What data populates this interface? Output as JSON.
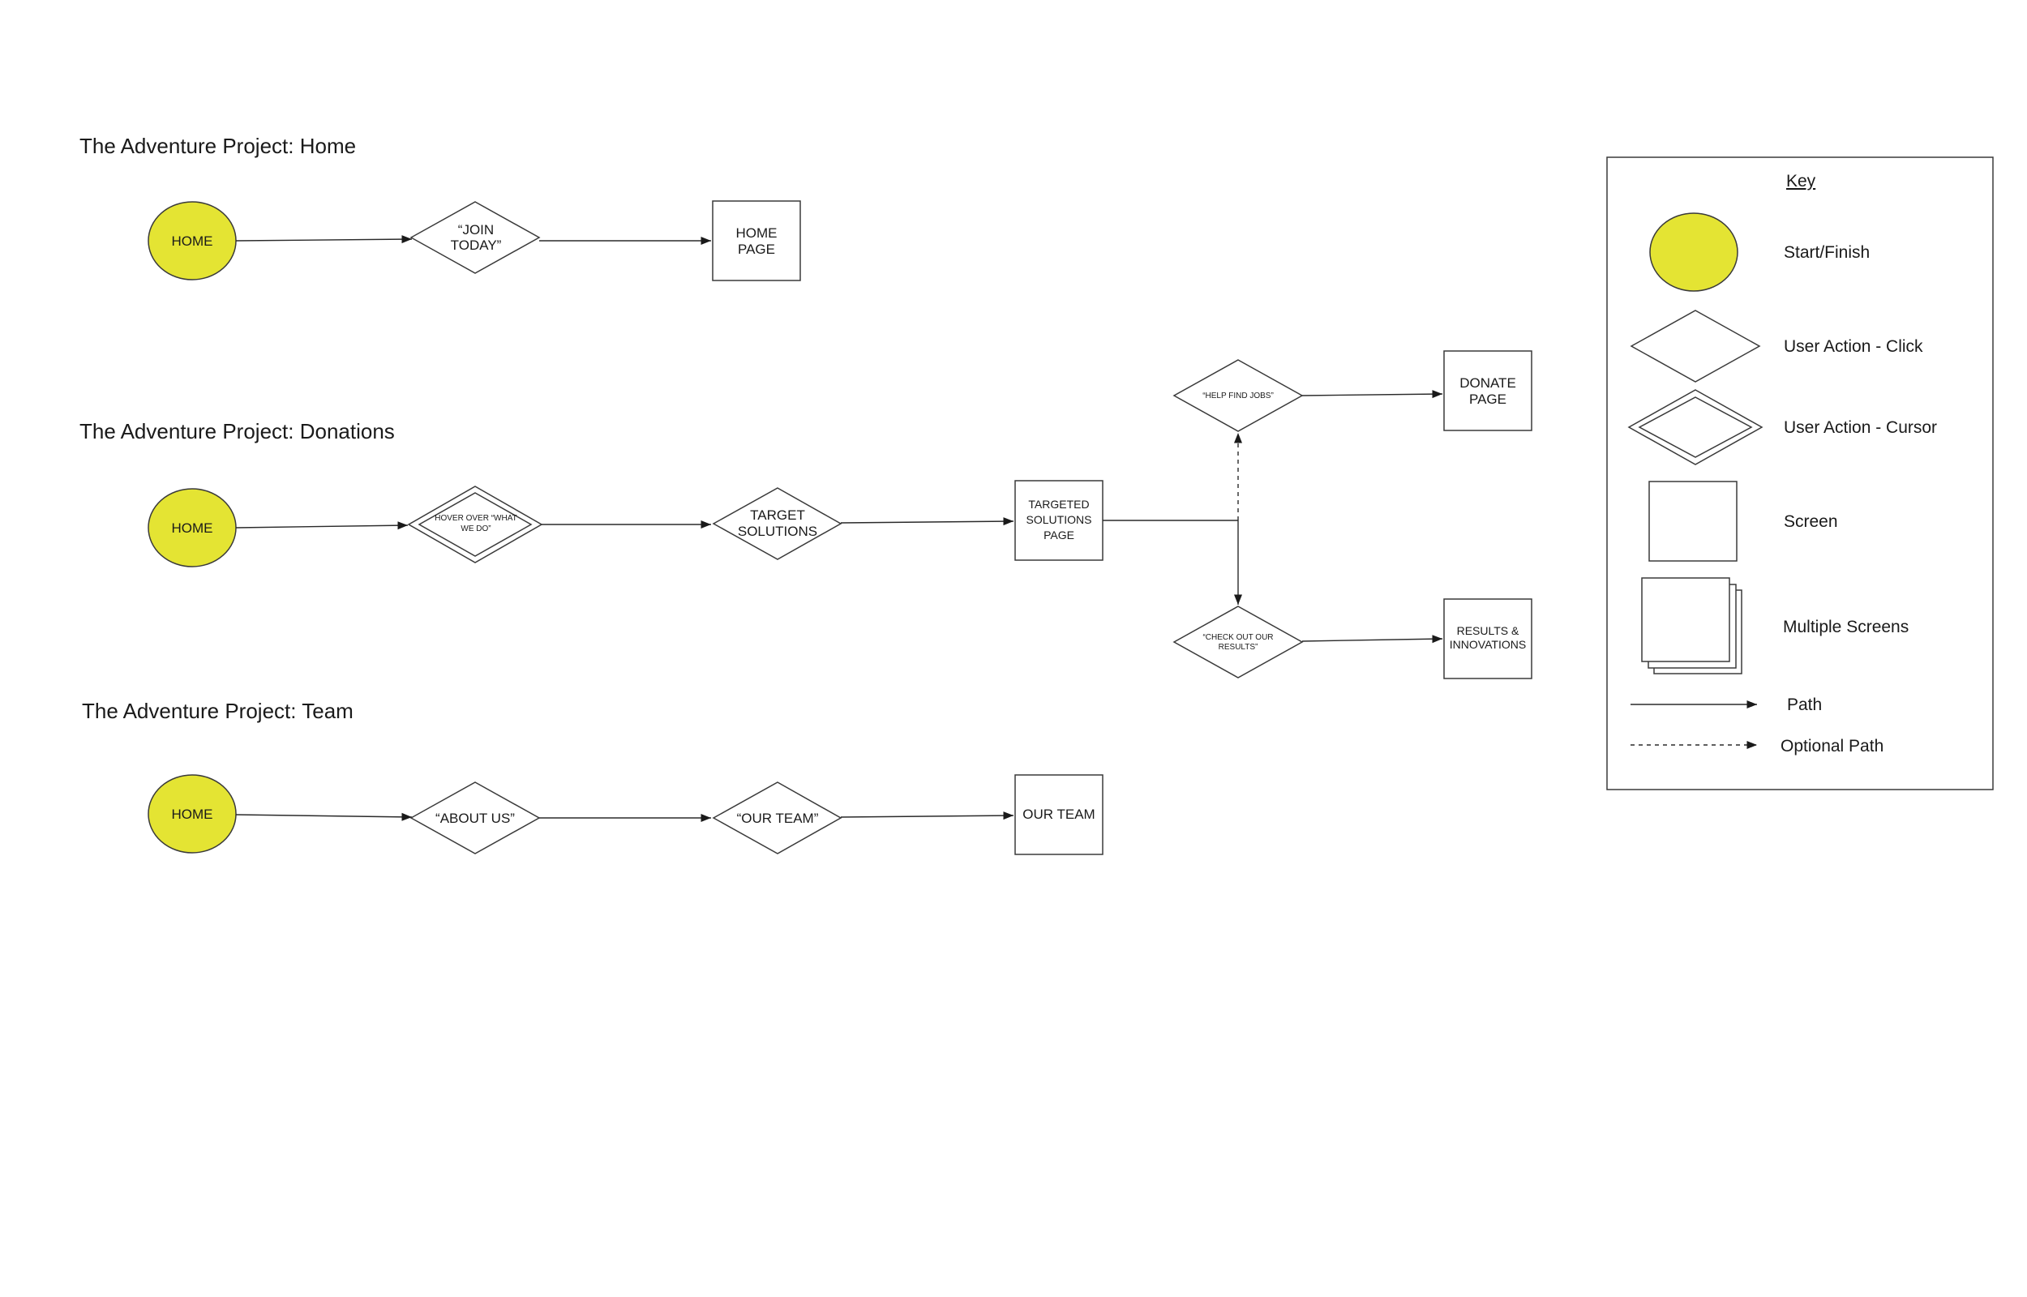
{
  "colors": {
    "start_fill": "#e4e433",
    "stroke": "#3a3a3a",
    "background": "#ffffff"
  },
  "flows": {
    "home": {
      "title": "The Adventure Project: Home",
      "start": "HOME",
      "action_join_l1": "“JOIN",
      "action_join_l2": "TODAY”",
      "screen_home_l1": "HOME",
      "screen_home_l2": "PAGE"
    },
    "donations": {
      "title": "The Adventure Project: Donations",
      "start": "HOME",
      "hover_l1": "HOVER OVER “WHAT",
      "hover_l2": "WE DO”",
      "target_l1": "TARGET",
      "target_l2": "SOLUTIONS",
      "screen_ts_l1": "TARGETED",
      "screen_ts_l2": "SOLUTIONS",
      "screen_ts_l3": "PAGE",
      "help_find_jobs": "“HELP FIND JOBS”",
      "donate_l1": "DONATE",
      "donate_l2": "PAGE",
      "checkout_l1": "“CHECK OUT OUR",
      "checkout_l2": "RESULTS”",
      "results_l1": "RESULTS &",
      "results_l2": "INNOVATIONS"
    },
    "team": {
      "title": "The Adventure Project: Team",
      "start": "HOME",
      "about_us": "“ABOUT US”",
      "our_team_action": "“OUR TEAM”",
      "our_team_screen": "OUR TEAM"
    }
  },
  "key": {
    "title": "Key",
    "start_finish": "Start/Finish",
    "click": "User Action - Click",
    "cursor": "User Action - Cursor",
    "screen": "Screen",
    "multiple": "Multiple Screens",
    "path": "Path",
    "optional": "Optional Path"
  }
}
